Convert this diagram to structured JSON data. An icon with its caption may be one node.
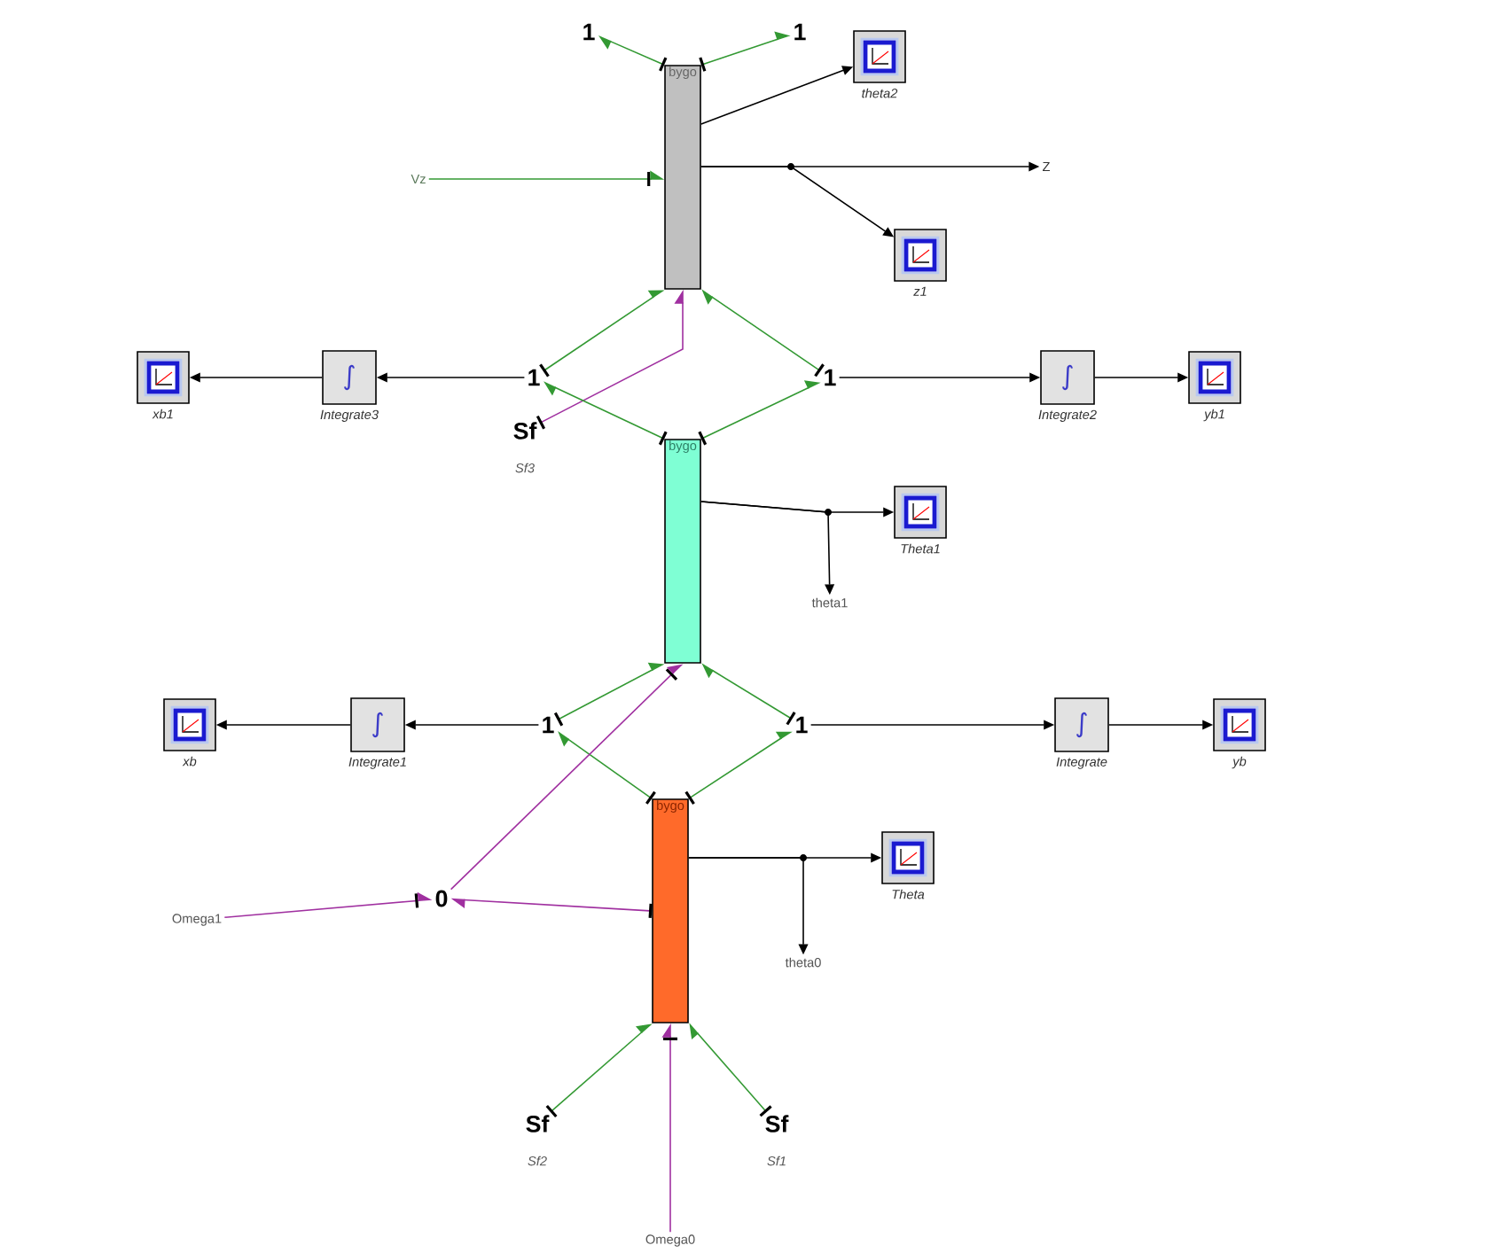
{
  "diagram": {
    "nodes": [
      {
        "text": [
          "1"
        ]
      },
      {
        "text": [
          "1"
        ]
      },
      {
        "text": [
          "bygo"
        ]
      },
      {
        "text": [
          "theta2"
        ]
      },
      {
        "text": [
          "Vz"
        ]
      },
      {
        "text": [
          "Z"
        ]
      },
      {
        "text": [
          "z1"
        ]
      },
      {
        "text": [
          "1"
        ]
      },
      {
        "text": [
          "∫",
          "Integrate3"
        ]
      },
      {
        "text": [
          "xb1"
        ]
      },
      {
        "text": [
          "1"
        ]
      },
      {
        "text": [
          "∫",
          "Integrate2"
        ]
      },
      {
        "text": [
          "yb1"
        ]
      },
      {
        "text": [
          "Sf"
        ],
        "beside": [
          "Sf3"
        ]
      },
      {
        "text": [
          "bygo"
        ]
      },
      {
        "text": [
          "Theta1"
        ]
      },
      {
        "text": [
          "theta1"
        ]
      },
      {
        "text": [
          "1"
        ]
      },
      {
        "text": [
          "∫",
          "Integrate1"
        ]
      },
      {
        "text": [
          "xb"
        ]
      },
      {
        "text": [
          "1"
        ]
      },
      {
        "text": [
          "∫",
          "Integrate"
        ]
      },
      {
        "text": [
          "yb"
        ]
      },
      {
        "text": [
          "bygo"
        ]
      },
      {
        "text": [
          "Theta"
        ]
      },
      {
        "text": [
          "theta0"
        ]
      },
      {
        "text": [
          "0"
        ]
      },
      {
        "text": [
          "Omega1"
        ]
      },
      {
        "text": [
          "Sf"
        ],
        "beside": [
          "Sf2"
        ]
      },
      {
        "text": [
          "Sf"
        ],
        "beside": [
          "Sf1"
        ]
      },
      {
        "text": [
          "Omega0"
        ]
      }
    ],
    "edges": [
      {
        "from": 2,
        "to": 0,
        "arrow": "to",
        "color": "#339933"
      },
      {
        "from": 2,
        "to": 1,
        "arrow": "to",
        "color": "#339933"
      },
      {
        "from": 4,
        "to": 2,
        "arrow": "to",
        "color": "#339933"
      },
      {
        "from": 2,
        "to": 3,
        "arrow": "to"
      },
      {
        "from": 2,
        "to": 5,
        "arrow": "to"
      },
      {
        "from": 2,
        "to": 6,
        "arrow": "to"
      },
      {
        "from": 7,
        "to": 2,
        "arrow": "to",
        "color": "#339933"
      },
      {
        "from": 10,
        "to": 2,
        "arrow": "to",
        "color": "#339933"
      },
      {
        "from": 13,
        "to": 2,
        "arrow": "to",
        "color": "#a030a0"
      },
      {
        "from": 14,
        "to": 7,
        "arrow": "to",
        "color": "#339933"
      },
      {
        "from": 14,
        "to": 10,
        "arrow": "to",
        "color": "#339933"
      },
      {
        "from": 7,
        "to": 8,
        "arrow": "to"
      },
      {
        "from": 8,
        "to": 9,
        "arrow": "to"
      },
      {
        "from": 10,
        "to": 11,
        "arrow": "to"
      },
      {
        "from": 11,
        "to": 12,
        "arrow": "to"
      },
      {
        "from": 14,
        "to": 15,
        "arrow": "to"
      },
      {
        "from": 14,
        "to": 16,
        "arrow": "to"
      },
      {
        "from": 17,
        "to": 14,
        "arrow": "to",
        "color": "#339933"
      },
      {
        "from": 20,
        "to": 14,
        "arrow": "to",
        "color": "#339933"
      },
      {
        "from": 23,
        "to": 17,
        "arrow": "to",
        "color": "#339933"
      },
      {
        "from": 23,
        "to": 20,
        "arrow": "to",
        "color": "#339933"
      },
      {
        "from": 26,
        "to": 14,
        "arrow": "to",
        "color": "#a030a0"
      },
      {
        "from": 17,
        "to": 18,
        "arrow": "to"
      },
      {
        "from": 18,
        "to": 19,
        "arrow": "to"
      },
      {
        "from": 20,
        "to": 21,
        "arrow": "to"
      },
      {
        "from": 21,
        "to": 22,
        "arrow": "to"
      },
      {
        "from": 23,
        "to": 24,
        "arrow": "to"
      },
      {
        "from": 23,
        "to": 25,
        "arrow": "to"
      },
      {
        "from": 27,
        "to": 26,
        "arrow": "to",
        "color": "#a030a0"
      },
      {
        "from": 23,
        "to": 26,
        "arrow": "to",
        "color": "#a030a0"
      },
      {
        "from": 28,
        "to": 23,
        "arrow": "to",
        "color": "#339933"
      },
      {
        "from": 29,
        "to": 23,
        "arrow": "to",
        "color": "#339933"
      },
      {
        "from": 30,
        "to": 23,
        "arrow": "to",
        "color": "#a030a0"
      }
    ]
  }
}
